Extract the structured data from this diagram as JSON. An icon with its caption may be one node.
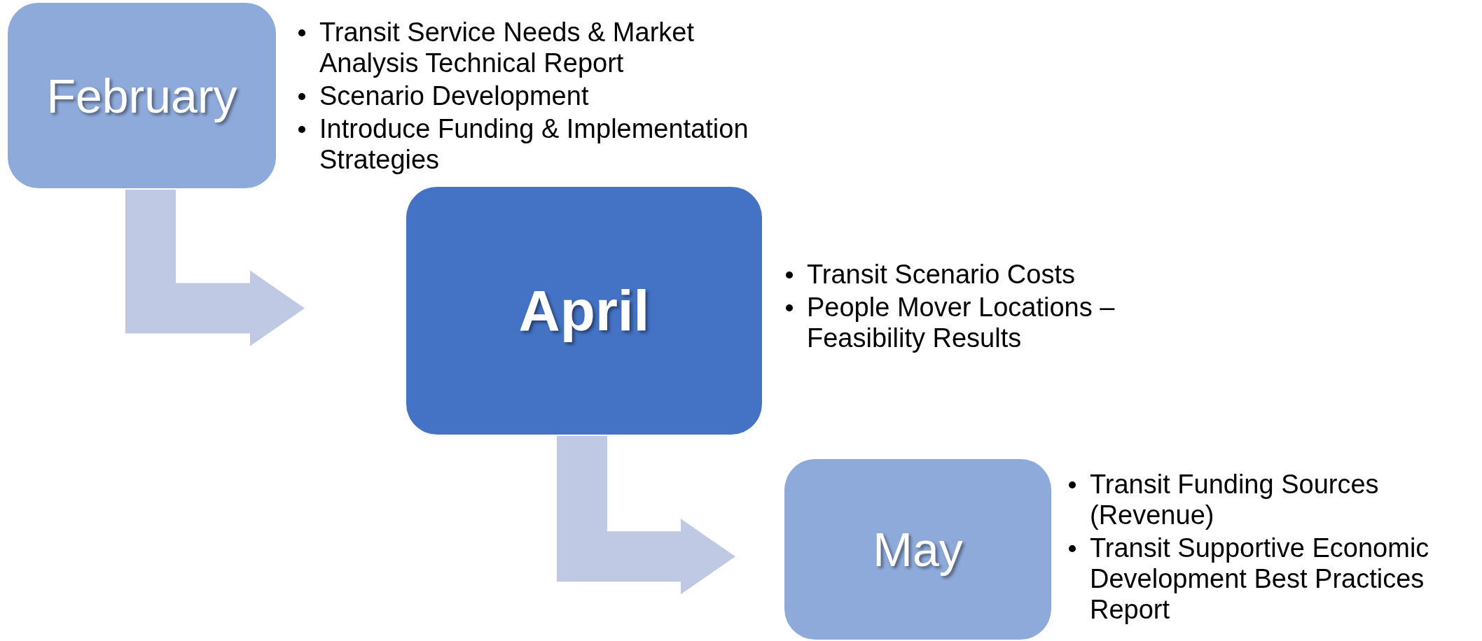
{
  "diagram": {
    "nodes": [
      {
        "text": [
          "February"
        ],
        "beside": [
          "Transit Service Needs & Market Analysis Technical Report",
          "Scenario Development",
          "Introduce Funding & Implementation Strategies"
        ]
      },
      {
        "text": [
          "April"
        ],
        "beside": [
          "Transit Scenario Costs",
          "People Mover Locations – Feasibility Results"
        ]
      },
      {
        "text": [
          "May"
        ],
        "beside": [
          "Transit Funding Sources (Revenue)",
          "Transit Supportive Economic Development Best Practices Report"
        ]
      }
    ],
    "edges": [
      {
        "from": 0,
        "to": 1,
        "arrow": "to"
      },
      {
        "from": 1,
        "to": 2,
        "arrow": "to"
      }
    ]
  }
}
